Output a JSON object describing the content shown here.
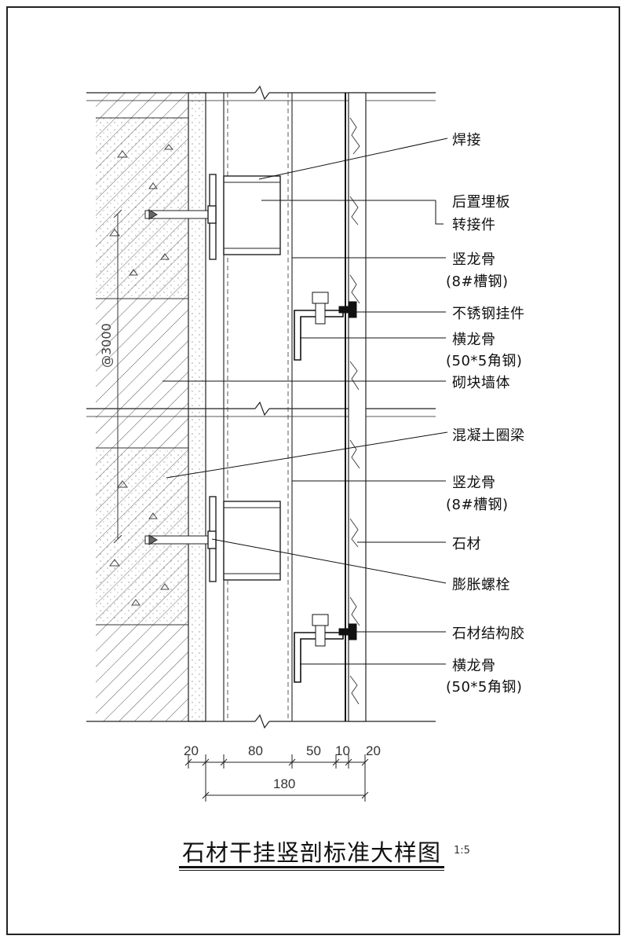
{
  "drawing": {
    "title": "石材干挂竖剖标准大样图",
    "scale": "1:5"
  },
  "labels": {
    "weld": "焊接",
    "embedded_plate": "后置埋板",
    "adapter": "转接件",
    "vertical_keel_top": "竖龙骨",
    "vertical_keel_top_spec": "(8#槽钢)",
    "stainless_hanger": "不锈钢挂件",
    "horizontal_keel_top": "横龙骨",
    "horizontal_keel_top_spec": "(50*5角钢)",
    "block_wall": "砌块墙体",
    "ring_beam": "混凝土圈梁",
    "vertical_keel_bottom": "竖龙骨",
    "vertical_keel_bottom_spec": "(8#槽钢)",
    "stone": "石材",
    "expansion_bolt": "膨胀螺栓",
    "stone_adhesive": "石材结构胶",
    "horizontal_keel_bottom": "横龙骨",
    "horizontal_keel_bottom_spec": "(50*5角钢)"
  },
  "dimensions": {
    "segments": [
      "20",
      "80",
      "50",
      "10",
      "20"
    ],
    "total": "180",
    "spacing": "@3000"
  }
}
